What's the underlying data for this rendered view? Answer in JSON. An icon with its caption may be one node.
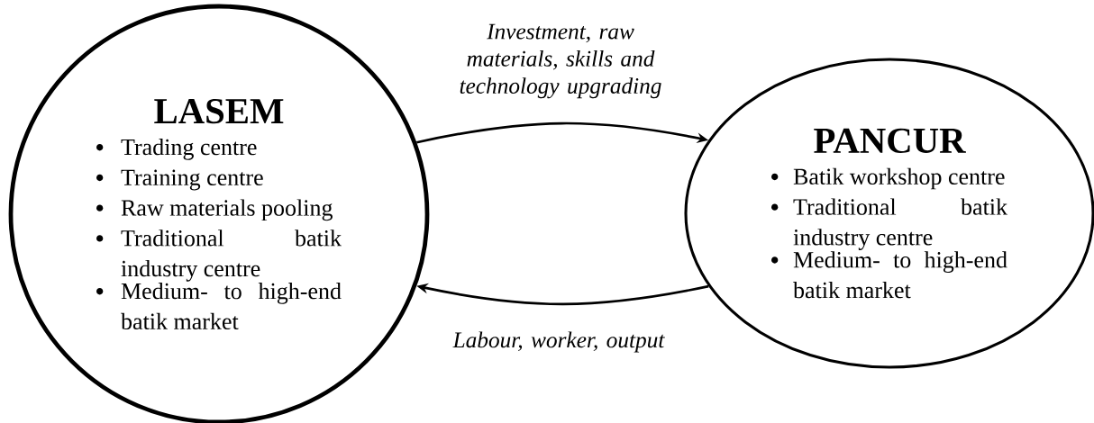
{
  "diagram": {
    "nodes": [
      {
        "text": [
          "LASEM",
          "Trading centre",
          "Training centre",
          "Raw materials pooling",
          "Traditional batik industry centre",
          "Medium- to high-end batik market"
        ]
      },
      {
        "text": [
          "PANCUR",
          "Batik workshop centre",
          "Traditional batik industry centre",
          "Medium- to high-end batik market"
        ]
      }
    ],
    "edges": [
      {
        "from": 0,
        "to": 1,
        "arrow": "to",
        "label": "Investment, raw materials, skills and technology upgrading"
      },
      {
        "from": 1,
        "to": 0,
        "arrow": "to",
        "label": "Labour, worker, output"
      }
    ]
  }
}
